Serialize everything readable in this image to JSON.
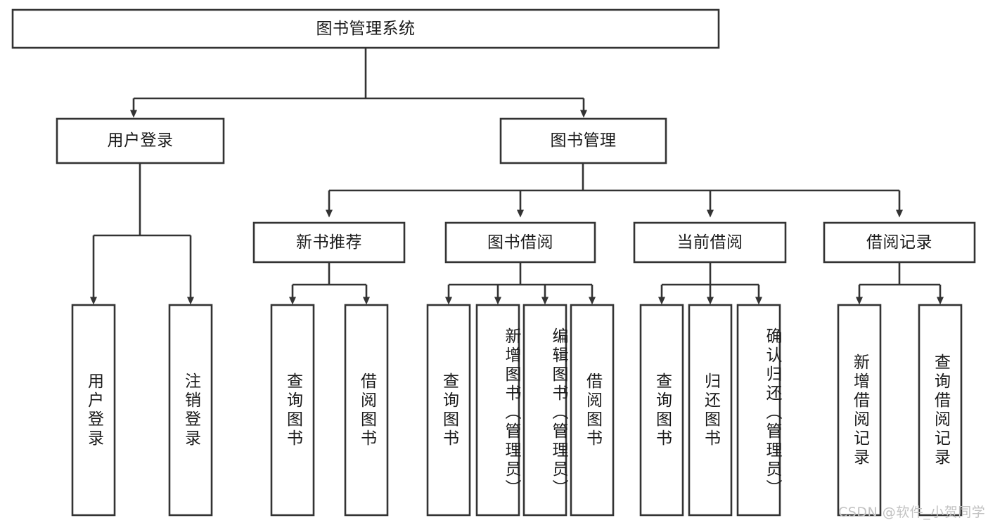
{
  "diagram": {
    "type": "tree-hierarchy",
    "title": "图书管理系统",
    "orientation": "top-down",
    "colors": {
      "stroke": "#333333",
      "fill": "#ffffff",
      "text": "#1a1a1a",
      "watermark": "#c2c2c2",
      "background": "#ffffff"
    },
    "root": {
      "id": "root",
      "label": "图书管理系统",
      "orientation": "horizontal"
    },
    "level2": [
      {
        "id": "user-login",
        "label": "用户登录",
        "orientation": "horizontal"
      },
      {
        "id": "book-management",
        "label": "图书管理",
        "orientation": "horizontal"
      }
    ],
    "level3": [
      {
        "id": "new-book-recommend",
        "label": "新书推荐",
        "orientation": "horizontal",
        "parent": "book-management"
      },
      {
        "id": "book-borrow",
        "label": "图书借阅",
        "orientation": "horizontal",
        "parent": "book-management"
      },
      {
        "id": "current-borrow",
        "label": "当前借阅",
        "orientation": "horizontal",
        "parent": "book-management"
      },
      {
        "id": "borrow-record",
        "label": "借阅记录",
        "orientation": "horizontal",
        "parent": "book-management"
      }
    ],
    "leaves": {
      "user_login": [
        {
          "id": "leaf-user-login",
          "label": "用户登录",
          "orientation": "vertical"
        },
        {
          "id": "leaf-logout",
          "label": "注销登录",
          "orientation": "vertical"
        }
      ],
      "new_book_recommend": [
        {
          "id": "leaf-query-book-1",
          "label": "查询图书",
          "orientation": "vertical"
        },
        {
          "id": "leaf-borrow-book-1",
          "label": "借阅图书",
          "orientation": "vertical"
        }
      ],
      "book_borrow": [
        {
          "id": "leaf-query-book-2",
          "label": "查询图书",
          "orientation": "vertical"
        },
        {
          "id": "leaf-add-book",
          "label": "新增图书（管理员）",
          "orientation": "vertical"
        },
        {
          "id": "leaf-edit-book",
          "label": "编辑图书（管理员）",
          "orientation": "vertical"
        },
        {
          "id": "leaf-borrow-book-2",
          "label": "借阅图书",
          "orientation": "vertical"
        }
      ],
      "current_borrow": [
        {
          "id": "leaf-query-book-3",
          "label": "查询图书",
          "orientation": "vertical"
        },
        {
          "id": "leaf-return-book",
          "label": "归还图书",
          "orientation": "vertical"
        },
        {
          "id": "leaf-confirm-return",
          "label": "确认归还（管理员）",
          "orientation": "vertical"
        }
      ],
      "borrow_record": [
        {
          "id": "leaf-add-record",
          "label": "新增借阅记录",
          "orientation": "vertical"
        },
        {
          "id": "leaf-query-record",
          "label": "查询借阅记录",
          "orientation": "vertical"
        }
      ]
    }
  },
  "watermark": {
    "text": "CSDN @软件_小贺同学"
  }
}
